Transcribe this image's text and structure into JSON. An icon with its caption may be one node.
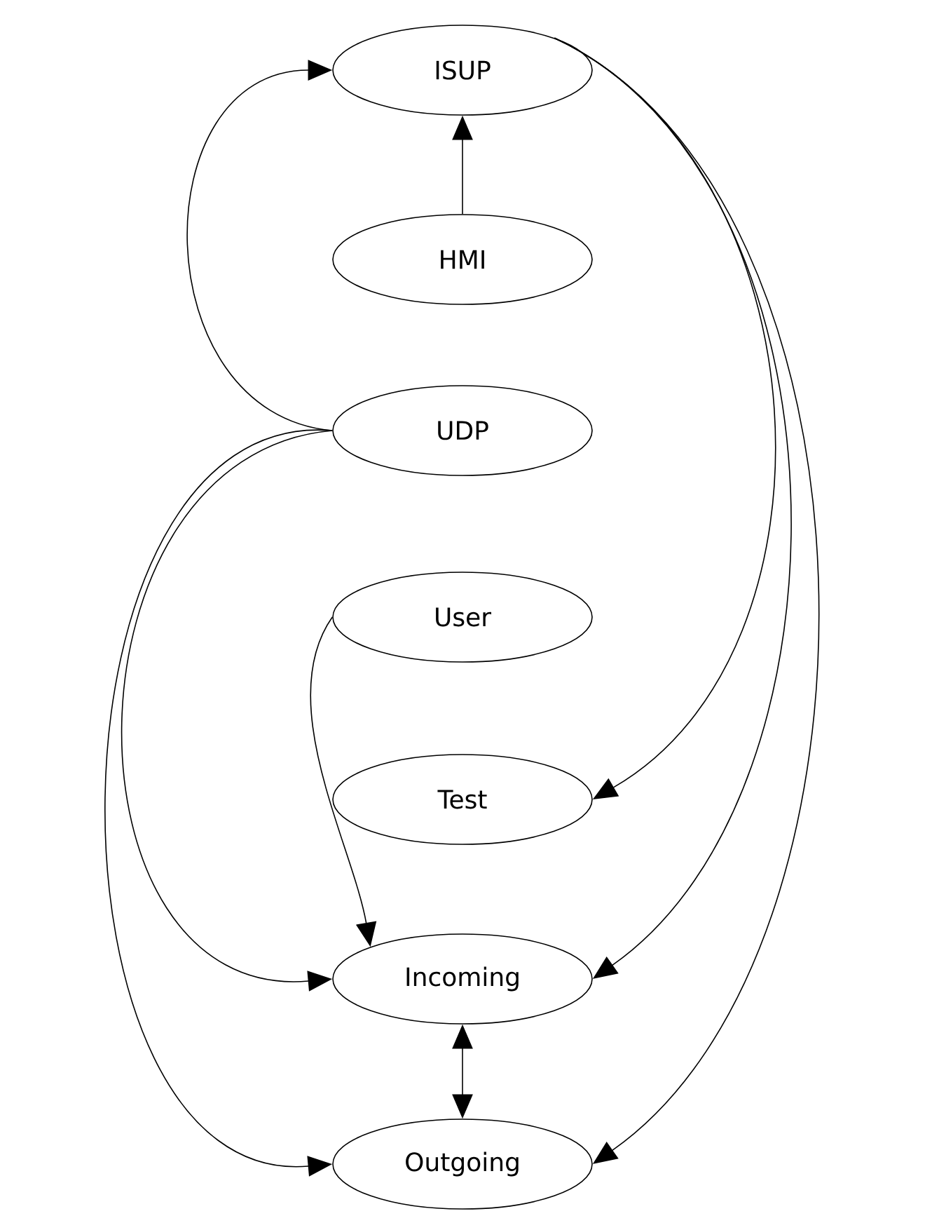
{
  "diagram": {
    "nodes": [
      {
        "text": [
          "ISUP"
        ]
      },
      {
        "text": [
          "HMI"
        ]
      },
      {
        "text": [
          "UDP"
        ]
      },
      {
        "text": [
          "User"
        ]
      },
      {
        "text": [
          "Test"
        ]
      },
      {
        "text": [
          "Incoming"
        ]
      },
      {
        "text": [
          "Outgoing"
        ]
      }
    ],
    "edges": [
      {
        "from": 1,
        "to": 0,
        "arrow": "to"
      },
      {
        "from": 2,
        "to": 0,
        "arrow": "to"
      },
      {
        "from": 0,
        "to": 4,
        "arrow": "to"
      },
      {
        "from": 0,
        "to": 5,
        "arrow": "to"
      },
      {
        "from": 0,
        "to": 6,
        "arrow": "to"
      },
      {
        "from": 2,
        "to": 5,
        "arrow": "to"
      },
      {
        "from": 2,
        "to": 6,
        "arrow": "to"
      },
      {
        "from": 3,
        "to": 5,
        "arrow": "to"
      },
      {
        "from": 5,
        "to": 6,
        "arrow": "both"
      }
    ]
  }
}
